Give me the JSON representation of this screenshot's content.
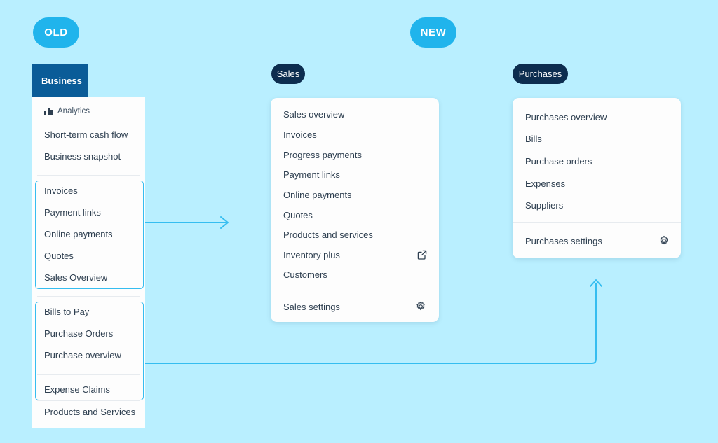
{
  "background_color": "#b9efff",
  "accent_color": "#20b4ec",
  "connector_color": "#35bdf0",
  "badges": {
    "old": "OLD",
    "new": "NEW"
  },
  "old_panel": {
    "tab_label": "Business",
    "tab_color": "#0a5c98",
    "groups": [
      {
        "highlighted": false,
        "items": [
          {
            "label": "Analytics",
            "icon": "bar-chart-icon"
          },
          {
            "label": "Short-term cash flow",
            "icon": null
          },
          {
            "label": "Business snapshot",
            "icon": null
          }
        ]
      },
      {
        "highlighted": true,
        "items": [
          {
            "label": "Invoices",
            "icon": null
          },
          {
            "label": "Payment links",
            "icon": null
          },
          {
            "label": "Online payments",
            "icon": null
          },
          {
            "label": "Quotes",
            "icon": null
          },
          {
            "label": "Sales Overview",
            "icon": null
          }
        ]
      },
      {
        "highlighted": true,
        "items": [
          {
            "label": "Bills to Pay",
            "icon": null
          },
          {
            "label": "Purchase Orders",
            "icon": null
          },
          {
            "label": "Purchase overview",
            "icon": null
          },
          {
            "label": "Expense Claims",
            "icon": null
          }
        ]
      },
      {
        "highlighted": false,
        "items": [
          {
            "label": "Products and Services",
            "icon": null
          }
        ]
      }
    ]
  },
  "sales_panel": {
    "tab_label": "Sales",
    "tab_color": "#0d2d4f",
    "items": [
      {
        "label": "Sales overview",
        "icon": null
      },
      {
        "label": "Invoices",
        "icon": null
      },
      {
        "label": "Progress payments",
        "icon": null
      },
      {
        "label": "Payment links",
        "icon": null
      },
      {
        "label": "Online payments",
        "icon": null
      },
      {
        "label": "Quotes",
        "icon": null
      },
      {
        "label": "Products and services",
        "icon": null
      },
      {
        "label": "Inventory plus",
        "icon": "external-link-icon"
      },
      {
        "label": "Customers",
        "icon": null
      }
    ],
    "footer": {
      "label": "Sales settings",
      "icon": "gear-icon"
    }
  },
  "purchases_panel": {
    "tab_label": "Purchases",
    "tab_color": "#0d2d4f",
    "items": [
      {
        "label": "Purchases overview",
        "icon": null
      },
      {
        "label": "Bills",
        "icon": null
      },
      {
        "label": "Purchase orders",
        "icon": null
      },
      {
        "label": "Expenses",
        "icon": null
      },
      {
        "label": "Suppliers",
        "icon": null
      }
    ],
    "footer": {
      "label": "Purchases settings",
      "icon": "gear-icon"
    }
  }
}
